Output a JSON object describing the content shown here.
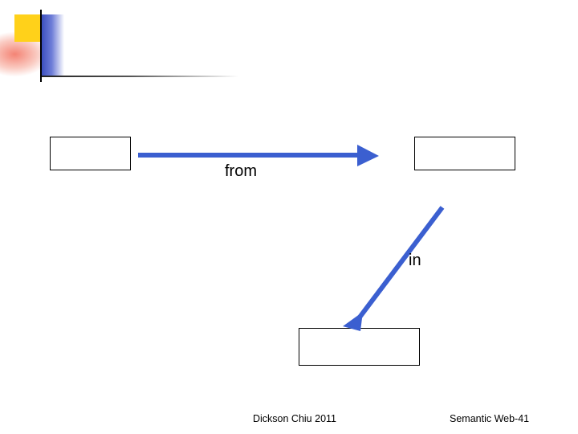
{
  "slide": {
    "ornament": {
      "yellow_color": "#ffd11a",
      "blue_color": "#3b4fbf",
      "red_color": "#f05a46",
      "line_color": "#000000"
    },
    "nodes": [
      {
        "id": "left",
        "label": ""
      },
      {
        "id": "right",
        "label": ""
      },
      {
        "id": "bottom",
        "label": ""
      }
    ],
    "edges": [
      {
        "id": "from",
        "label": "from",
        "color": "#3b5fd0",
        "from_node": "left",
        "to_node": "right"
      },
      {
        "id": "in",
        "label": "in",
        "color": "#3b5fd0",
        "from_node": "right",
        "to_node": "bottom"
      }
    ],
    "footer": {
      "author": "Dickson Chiu 2011",
      "right": "Semantic  Web-41"
    }
  }
}
